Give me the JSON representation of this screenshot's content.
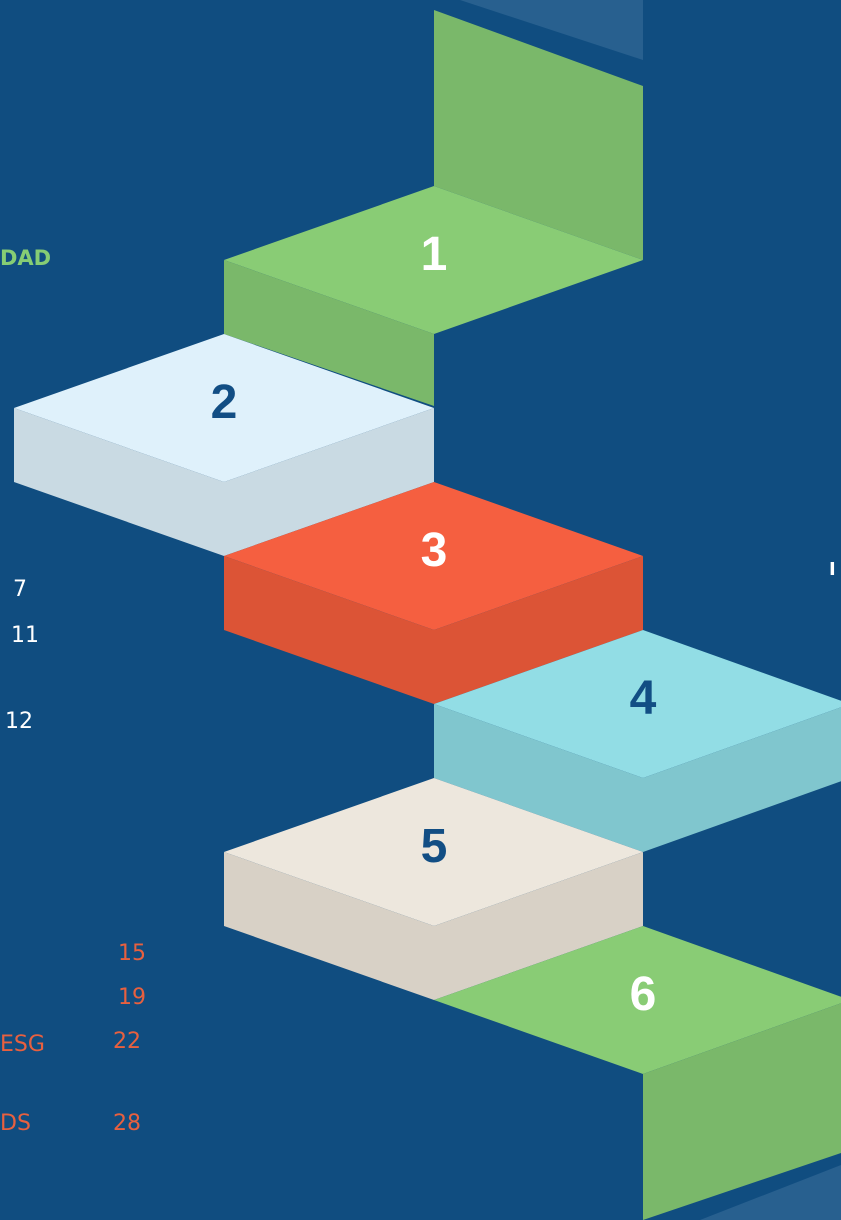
{
  "colors": {
    "background": "#104d80",
    "green_light": "#89cc75",
    "green_dark": "#7ab86a",
    "pale_blue_top": "#dff1fb",
    "pale_blue_side": "#c9dae3",
    "red_top": "#f55f40",
    "red_side": "#dc5436",
    "cyan_top": "#92dde5",
    "cyan_side": "#80c6ce",
    "beige_top": "#ede7dd",
    "beige_side": "#d8d1c6",
    "number_dark": "#124e84",
    "number_white": "#ffffff",
    "accent_green_text": "#86cd74",
    "accent_orange_text": "#e8603f",
    "white_text": "#ffffff"
  },
  "steps": [
    {
      "label": "1",
      "color_name": "green",
      "number_color": "white"
    },
    {
      "label": "2",
      "color_name": "pale-blue",
      "number_color": "dark-blue"
    },
    {
      "label": "3",
      "color_name": "red",
      "number_color": "white"
    },
    {
      "label": "4",
      "color_name": "cyan",
      "number_color": "dark-blue"
    },
    {
      "label": "5",
      "color_name": "beige",
      "number_color": "dark-blue"
    },
    {
      "label": "6",
      "color_name": "green",
      "number_color": "white"
    }
  ],
  "left_column": {
    "heading_fragment": "DAD",
    "page_numbers_white": [
      "7",
      "11",
      "12"
    ],
    "page_numbers_orange": [
      "15",
      "19",
      "22",
      "28"
    ],
    "label_fragments": [
      "ESG",
      "DS"
    ]
  },
  "right_column": {
    "label_fragment": "I"
  }
}
